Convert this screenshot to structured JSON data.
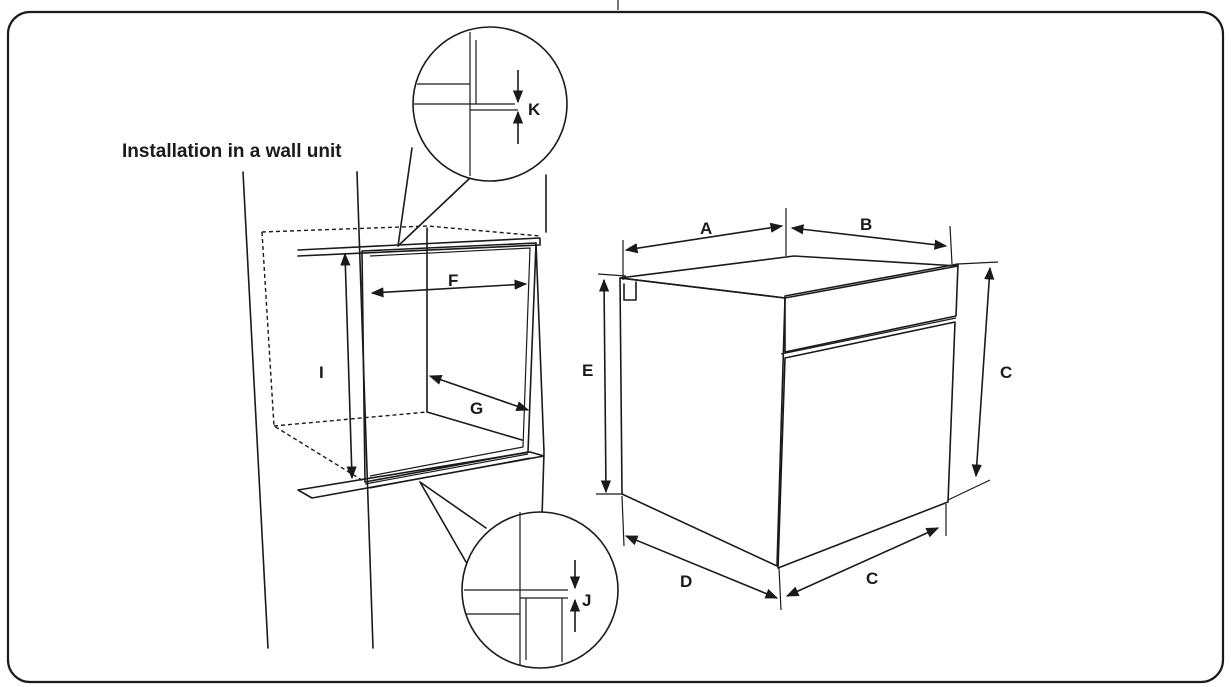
{
  "caption": "Installation in a wall unit",
  "labels": {
    "a": "A",
    "b": "B",
    "c": "C",
    "d": "D",
    "e": "E",
    "f": "F",
    "g": "G",
    "i": "I",
    "j": "J",
    "k": "K"
  },
  "colors": {
    "line": "#1a1a1a",
    "panel_light": "#f4f4f4",
    "panel_dark": "#8a8a8a"
  }
}
